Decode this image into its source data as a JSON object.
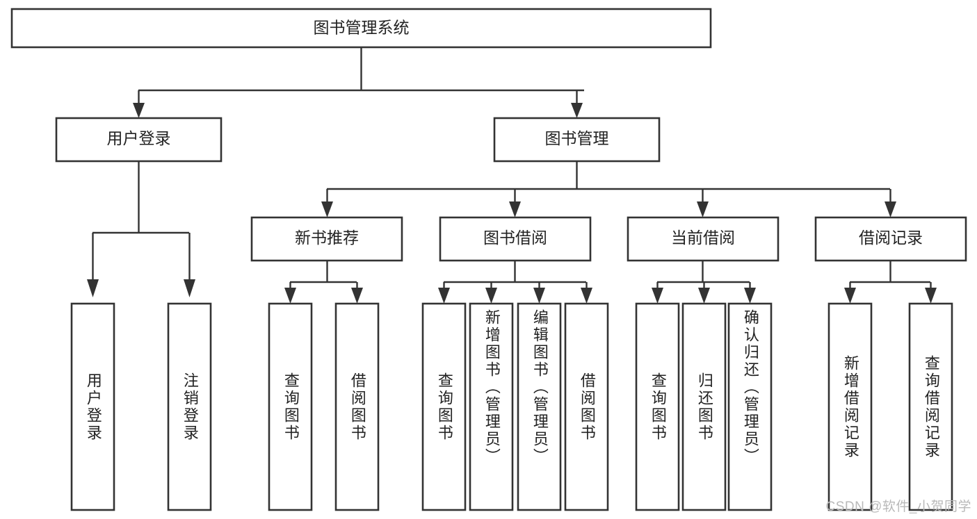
{
  "diagram": {
    "title_node": {
      "label": "图书管理系统"
    },
    "level2": [
      {
        "id": "user-login",
        "label": "用户登录"
      },
      {
        "id": "book-manage",
        "label": "图书管理"
      }
    ],
    "level3": [
      {
        "id": "new-book-recommend",
        "label": "新书推荐"
      },
      {
        "id": "book-borrow",
        "label": "图书借阅"
      },
      {
        "id": "current-borrow",
        "label": "当前借阅"
      },
      {
        "id": "borrow-record",
        "label": "借阅记录"
      }
    ],
    "leaves": [
      {
        "id": "leaf-user-login",
        "label": "用户登录",
        "parent": "user-login"
      },
      {
        "id": "leaf-logout-login",
        "label": "注销登录",
        "parent": "user-login"
      },
      {
        "id": "leaf-query-book-1",
        "label": "查询图书",
        "parent": "new-book-recommend"
      },
      {
        "id": "leaf-borrow-book-1",
        "label": "借阅图书",
        "parent": "new-book-recommend"
      },
      {
        "id": "leaf-query-book-2",
        "label": "查询图书",
        "parent": "book-borrow"
      },
      {
        "id": "leaf-add-book",
        "label": "新增图书（管理员）",
        "parent": "book-borrow"
      },
      {
        "id": "leaf-edit-book",
        "label": "编辑图书（管理员）",
        "parent": "book-borrow"
      },
      {
        "id": "leaf-borrow-book-2",
        "label": "借阅图书",
        "parent": "book-borrow"
      },
      {
        "id": "leaf-query-book-3",
        "label": "查询图书",
        "parent": "current-borrow"
      },
      {
        "id": "leaf-return-book",
        "label": "归还图书",
        "parent": "current-borrow"
      },
      {
        "id": "leaf-confirm-return",
        "label": "确认归还（管理员）",
        "parent": "current-borrow"
      },
      {
        "id": "leaf-add-record",
        "label": "新增借阅记录",
        "parent": "borrow-record"
      },
      {
        "id": "leaf-query-record",
        "label": "查询借阅记录",
        "parent": "borrow-record"
      }
    ],
    "colors": {
      "stroke": "#333333",
      "fill": "#ffffff",
      "text": "#222222",
      "watermark": "#b9b9b9"
    }
  },
  "watermark": {
    "text": "CSDN @软件_小贺同学"
  }
}
